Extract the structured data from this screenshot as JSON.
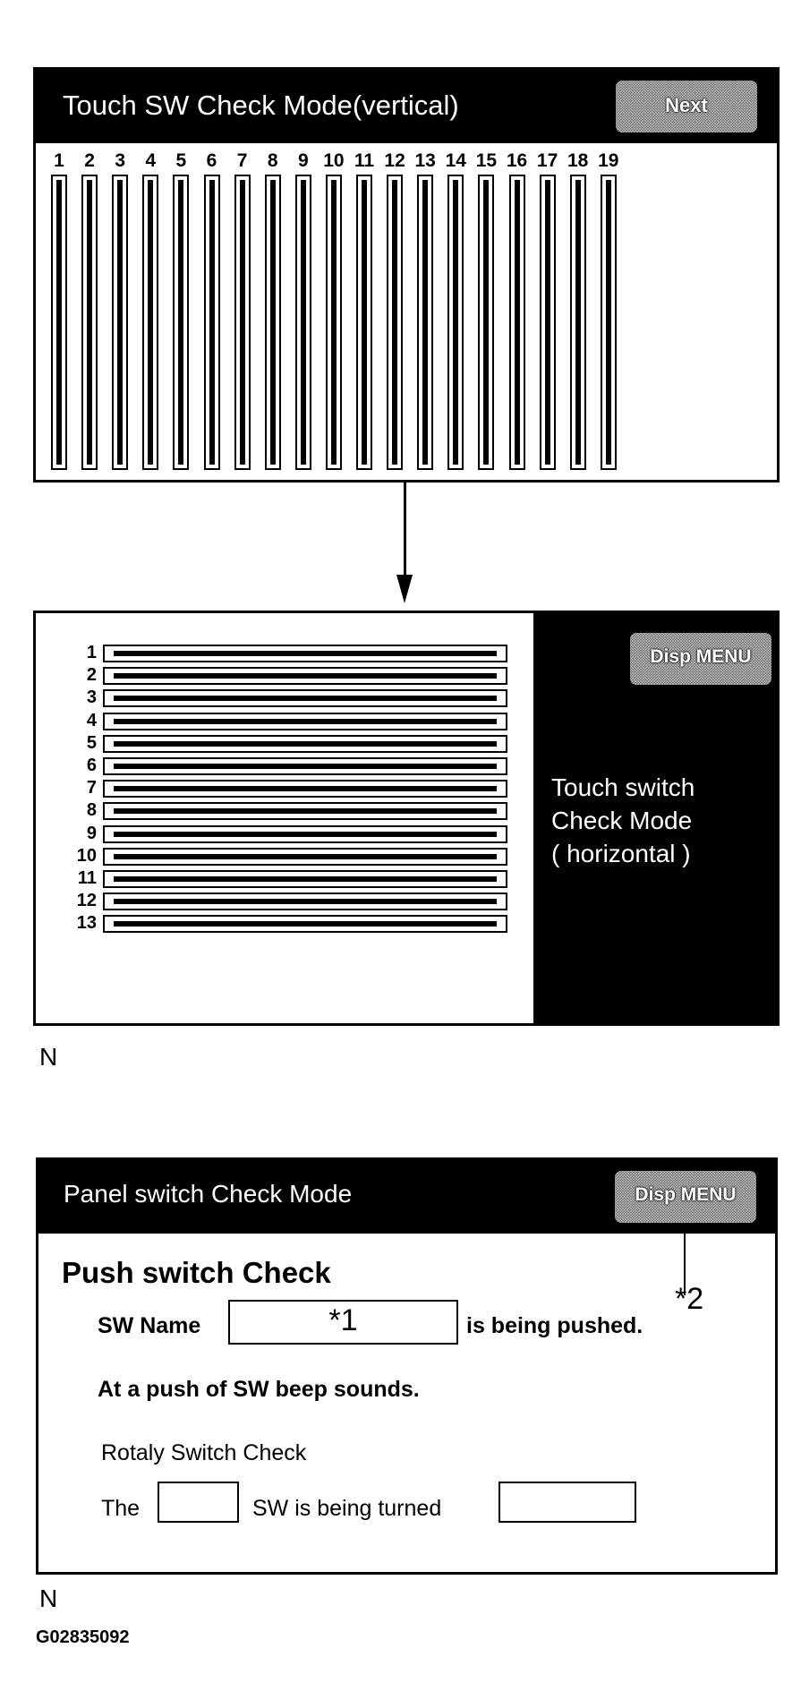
{
  "screen1": {
    "title": "Touch  SW  Check  Mode(vertical)",
    "next_button": "Next",
    "columns": [
      "1",
      "2",
      "3",
      "4",
      "5",
      "6",
      "7",
      "8",
      "9",
      "10",
      "11",
      "12",
      "13",
      "14",
      "15",
      "16",
      "17",
      "18",
      "19"
    ]
  },
  "screen2": {
    "disp_menu_button": "Disp MENU",
    "mode_text_line1": "Touch  switch",
    "mode_text_line2": "Check  Mode",
    "mode_text_line3": "( horizontal )",
    "rows": [
      "1",
      "2",
      "3",
      "4",
      "5",
      "6",
      "7",
      "8",
      "9",
      "10",
      "11",
      "12",
      "13"
    ]
  },
  "note_1": "N",
  "screen3": {
    "title": "Panel  switch  Check  Mode",
    "disp_menu_button": "Disp MENU",
    "push_title": "Push  switch  Check",
    "sw_name_label": "SW Name",
    "sw_name_value": "*1",
    "pushed_label": "is being pushed.",
    "beep_label": "At a push of SW beep sounds.",
    "rotaly_label": "Rotaly Switch Check",
    "the_label": "The",
    "turned_label": "SW is being turned",
    "callout": "*2"
  },
  "note_2": "N",
  "figure_id": "G02835092"
}
